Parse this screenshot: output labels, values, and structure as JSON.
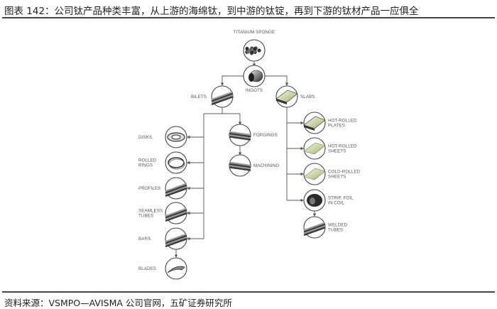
{
  "figure": {
    "title": "图表 142：公司钛产品种类丰富，从上游的海绵钛，到中游的钛锭，再到下游的钛材产品一应俱全",
    "source": "资料来源：VSMPO—AVISMA 公司官网，五矿证券研究所"
  },
  "diagram": {
    "nodes": {
      "sponge": {
        "label": [
          "TITANIUM SPONGE"
        ]
      },
      "ingots": {
        "label": [
          "INGOTS"
        ]
      },
      "billets": {
        "label": [
          "BILETS"
        ]
      },
      "slabs": {
        "label": [
          "SLABS"
        ]
      },
      "forgings": {
        "label": [
          "FORGINGS"
        ]
      },
      "machining": {
        "label": [
          "MACHINING"
        ]
      },
      "disks": {
        "label": [
          "DISKS"
        ]
      },
      "rolled_rings": {
        "label": [
          "ROLLED",
          "RINGS"
        ]
      },
      "profiles": {
        "label": [
          "PROFILES"
        ]
      },
      "seamless_tubes": {
        "label": [
          "SEAMLESS",
          "TUBES"
        ]
      },
      "bars": {
        "label": [
          "BARS"
        ]
      },
      "blades": {
        "label": [
          "BLADES"
        ]
      },
      "hot_rolled_plates": {
        "label": [
          "HOT-ROLLED",
          "PLATES"
        ]
      },
      "hot_rolled_sheets": {
        "label": [
          "HOT-ROLLED",
          "SHEETS"
        ]
      },
      "cold_rolled_sheets": {
        "label": [
          "COLD-ROLLED",
          "SHEETS"
        ]
      },
      "strip_foil": {
        "label": [
          "STRIP, FOIL",
          "IN COIL"
        ]
      },
      "welded_tubes": {
        "label": [
          "WELDED",
          "TUBES"
        ]
      }
    },
    "edges": [
      [
        "sponge",
        "ingots"
      ],
      [
        "ingots",
        "billets"
      ],
      [
        "ingots",
        "slabs"
      ],
      [
        "billets",
        "forgings"
      ],
      [
        "forgings",
        "machining"
      ],
      [
        "billets",
        "disks"
      ],
      [
        "billets",
        "rolled_rings"
      ],
      [
        "billets",
        "profiles"
      ],
      [
        "billets",
        "seamless_tubes"
      ],
      [
        "billets",
        "bars"
      ],
      [
        "bars",
        "blades"
      ],
      [
        "slabs",
        "hot_rolled_plates"
      ],
      [
        "slabs",
        "hot_rolled_sheets"
      ],
      [
        "slabs",
        "cold_rolled_sheets"
      ],
      [
        "slabs",
        "strip_foil"
      ],
      [
        "strip_foil",
        "welded_tubes"
      ]
    ],
    "colors": {
      "line": "#555555",
      "metal_dark": "#3a3a3a",
      "metal_light": "#b8b8b8",
      "plate_green": "#c9d3a8"
    }
  }
}
